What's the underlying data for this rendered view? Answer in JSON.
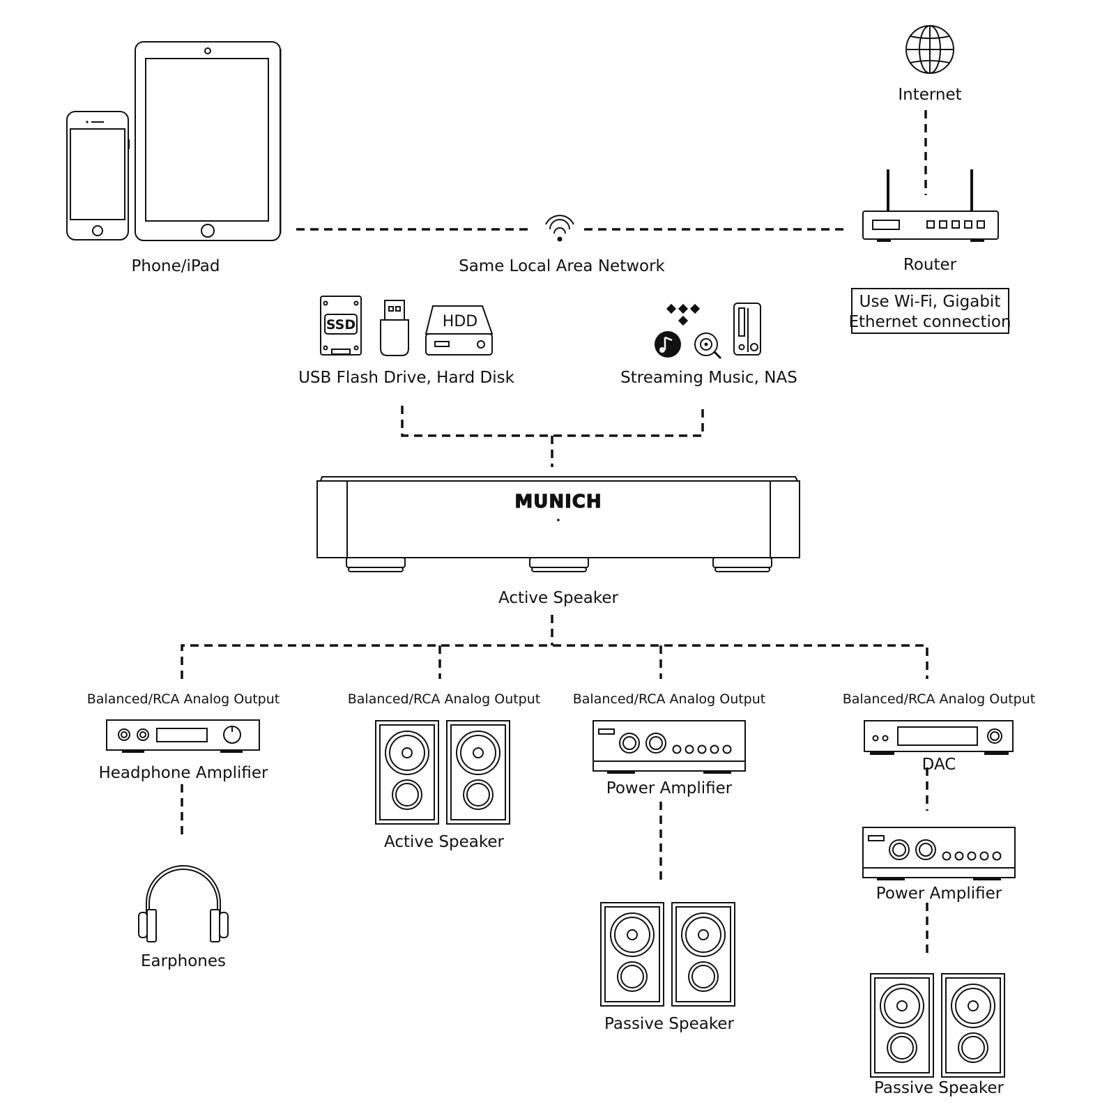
{
  "labels": {
    "phone_ipad": "Phone/iPad",
    "network": "Same Local Area Network",
    "internet": "Internet",
    "router": "Router",
    "connection_note_line1": "Use Wi-Fi, Gigabit",
    "connection_note_line2": "Ethernet connection",
    "usb_storage": "USB Flash Drive, Hard Disk",
    "ssd_badge": "SSD",
    "hdd_badge": "HDD",
    "streaming": "Streaming Music, NAS",
    "brand_logo": "MUNICH",
    "main_device": "Active Speaker",
    "outputs": [
      {
        "output_label": "Balanced/RCA Analog Output",
        "chain": [
          "Headphone Amplifier",
          "Earphones"
        ]
      },
      {
        "output_label": "Balanced/RCA Analog Output",
        "chain": [
          "Active Speaker"
        ]
      },
      {
        "output_label": "Balanced/RCA Analog Output",
        "chain": [
          "Power Amplifier",
          "Passive Speaker"
        ]
      },
      {
        "output_label": "Balanced/RCA Analog Output",
        "chain": [
          "DAC",
          "Power Amplifier",
          "Passive Speaker"
        ]
      }
    ]
  },
  "icons": {
    "mobile": [
      "phone-icon",
      "tablet-icon"
    ],
    "network": "wifi-icon",
    "internet": "globe-icon",
    "router": "router-icon",
    "storage": [
      "ssd-icon",
      "usb-flash-drive-icon",
      "hdd-icon"
    ],
    "streaming": [
      "tidal-icon",
      "music-app-icon",
      "vinyl-app-icon",
      "nas-icon"
    ]
  },
  "colors": {
    "line": "#111111",
    "background": "#ffffff"
  }
}
